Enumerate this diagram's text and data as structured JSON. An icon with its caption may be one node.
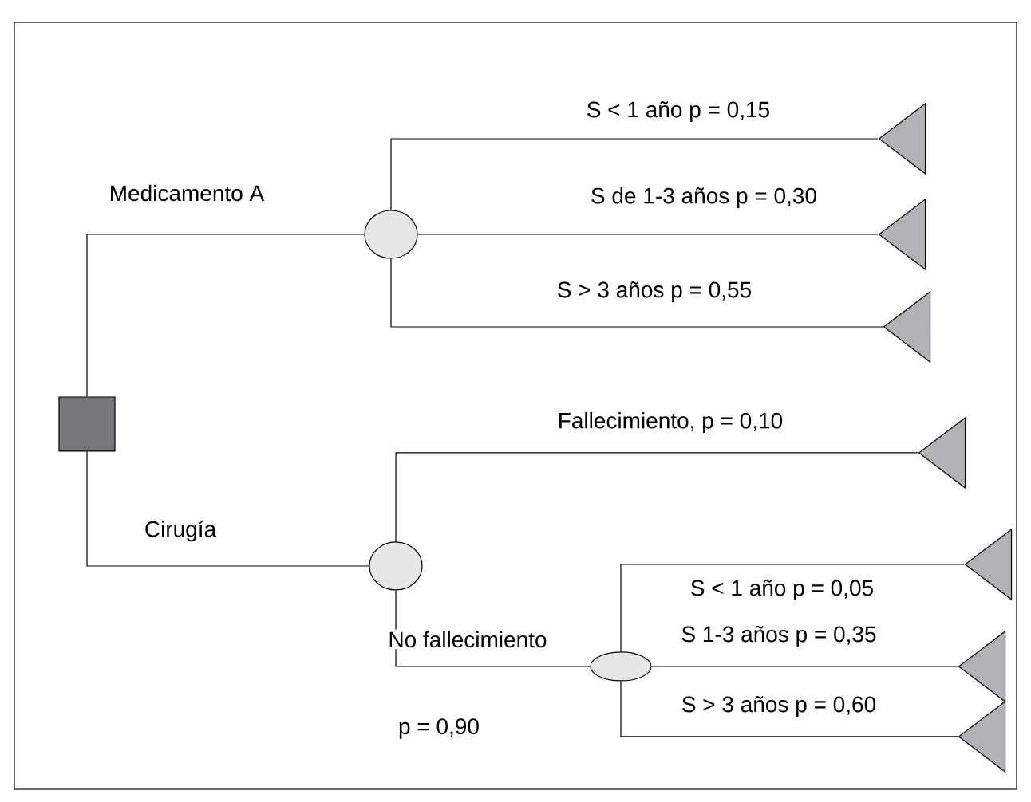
{
  "diagram": {
    "nodes": [
      {
        "text": [],
        "shape": "box"
      },
      {
        "text": [],
        "shape": "circle"
      },
      {
        "text": [],
        "shape": "triangle"
      },
      {
        "text": [],
        "shape": "triangle"
      },
      {
        "text": [],
        "shape": "triangle"
      },
      {
        "text": [],
        "shape": "circle"
      },
      {
        "text": [],
        "shape": "triangle"
      },
      {
        "text": [],
        "shape": "ellipse"
      },
      {
        "text": [],
        "shape": "triangle"
      },
      {
        "text": [],
        "shape": "triangle"
      },
      {
        "text": [],
        "shape": "triangle"
      }
    ],
    "edges": [
      {
        "from": 0,
        "to": 1,
        "arrow": "none",
        "label": "Medicamento A"
      },
      {
        "from": 1,
        "to": 2,
        "arrow": "none",
        "label": "S < 1 año p = 0,15"
      },
      {
        "from": 1,
        "to": 3,
        "arrow": "none",
        "label": "S de 1-3 años p = 0,30"
      },
      {
        "from": 1,
        "to": 4,
        "arrow": "none",
        "label": "S > 3 años p = 0,55"
      },
      {
        "from": 0,
        "to": 5,
        "arrow": "none",
        "label": "Cirugía"
      },
      {
        "from": 5,
        "to": 6,
        "arrow": "none",
        "label": "Fallecimiento, p = 0,10"
      },
      {
        "from": 5,
        "to": 7,
        "arrow": "none",
        "label": "No fallecimiento"
      },
      {
        "from": 7,
        "to": 8,
        "arrow": "none",
        "label": "S < 1 año p = 0,05"
      },
      {
        "from": 7,
        "to": 9,
        "arrow": "none",
        "label": "S 1-3 años p = 0,35"
      },
      {
        "from": 7,
        "to": 10,
        "arrow": "none",
        "label": "S > 3 años p = 0,60"
      }
    ],
    "labels": [
      "p = 0,90"
    ]
  }
}
